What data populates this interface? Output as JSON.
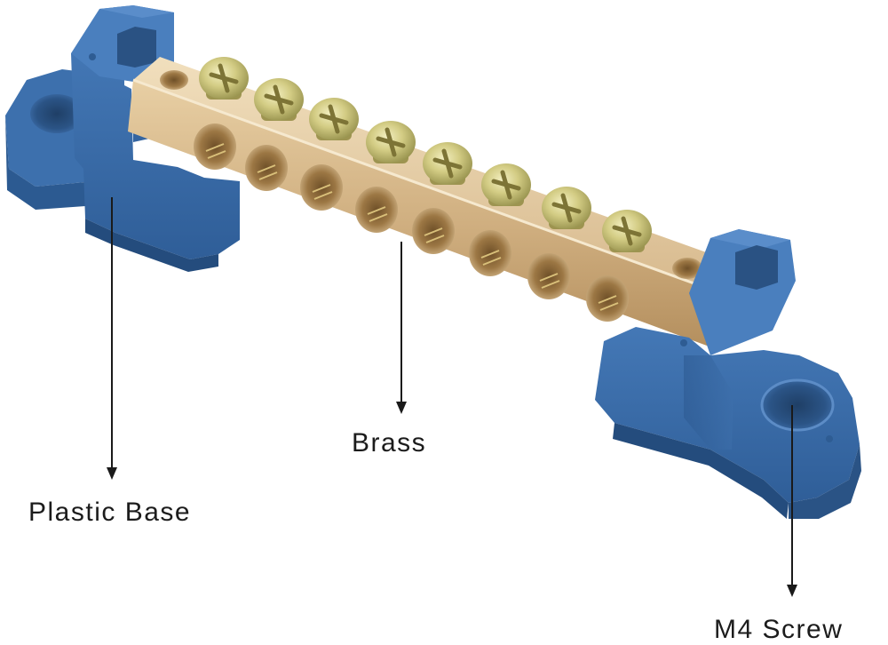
{
  "labels": {
    "plastic_base": "Plastic Base",
    "brass": "Brass",
    "m4_screw": "M4 Screw"
  },
  "colors": {
    "background": "#ffffff",
    "base_blue": "#3a6fae",
    "base_blue_dark": "#2a5488",
    "brass": "#d8b98c",
    "brass_dark": "#a98555",
    "screw_zinc": "#cfc880",
    "label_text": "#1c1c1c",
    "arrow": "#1a1a1a"
  },
  "object": {
    "terminal_screws": 8,
    "screw_holes": 8
  }
}
